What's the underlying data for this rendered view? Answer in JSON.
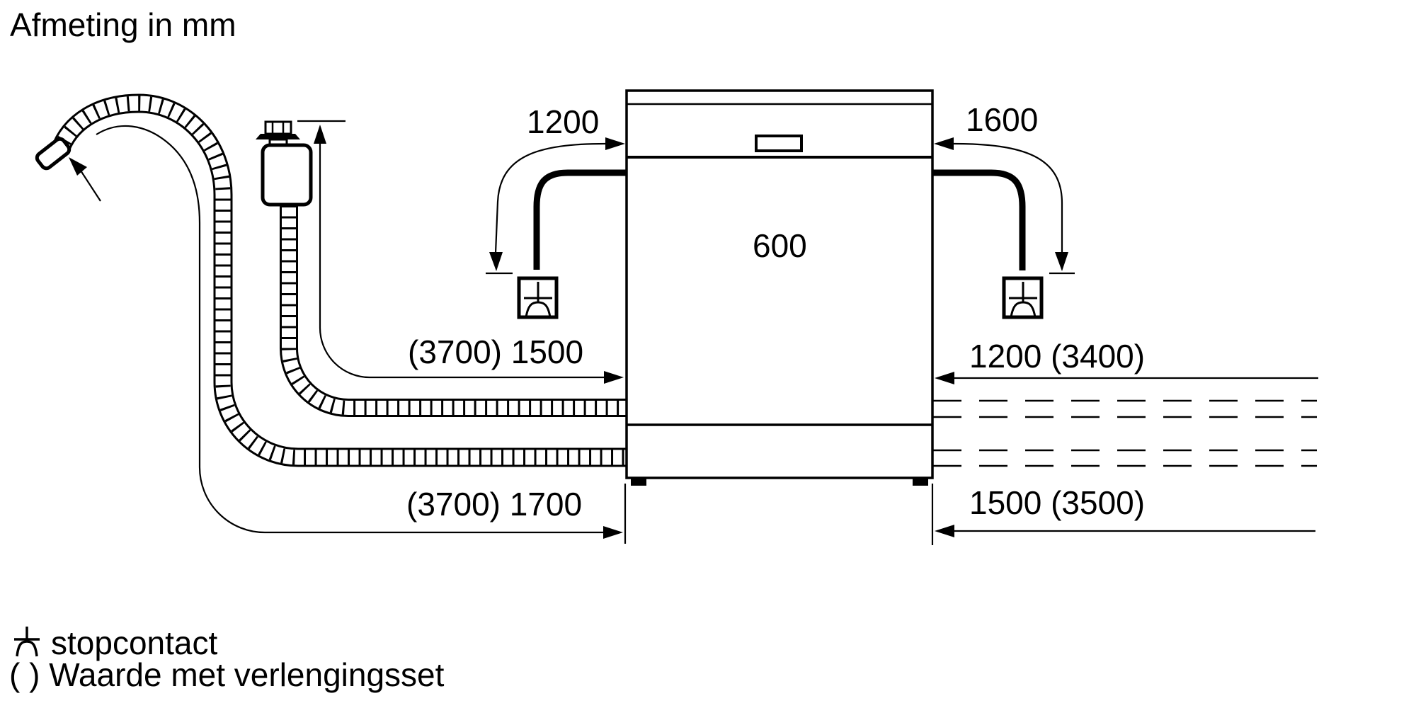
{
  "title": "Afmeting in mm",
  "colors": {
    "line": "#000000",
    "background": "#ffffff"
  },
  "unit": "mm",
  "dimensions": {
    "power_cord_left": "1200",
    "power_cord_right": "1600",
    "appliance_width": "600",
    "supply_hose_left": "(3700) 1500",
    "supply_hose_right": "1200 (3400)",
    "drain_hose_left": "(3700) 1700",
    "drain_hose_right": "1500 (3500)"
  },
  "legend": {
    "socket_icon": "socket-earth-symbol",
    "socket_label": "stopcontact",
    "extension_note": "( ) Waarde met verlengingsset"
  }
}
